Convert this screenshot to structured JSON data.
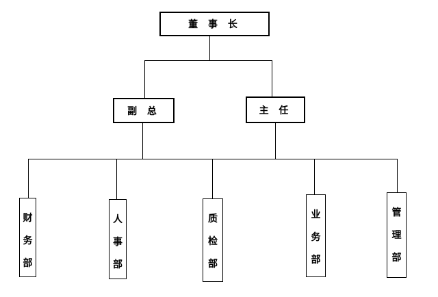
{
  "page": {
    "background_color": "#ffffff",
    "line_color": "#000000",
    "text_color": "#000000"
  },
  "org_chart": {
    "type": "org-chart",
    "nodes": {
      "chairman": {
        "label": "董 事 长",
        "level": 1
      },
      "deputy_general": {
        "label": "副 总",
        "level": 2
      },
      "director": {
        "label": "主 任",
        "level": 2
      },
      "finance": {
        "label": "财务部",
        "level": 3,
        "orientation": "vertical"
      },
      "hr": {
        "label": "人事部",
        "level": 3,
        "orientation": "vertical"
      },
      "quality": {
        "label": "质检部",
        "level": 3,
        "orientation": "vertical"
      },
      "business": {
        "label": "业务部",
        "level": 3,
        "orientation": "vertical"
      },
      "management": {
        "label": "管理部",
        "level": 3,
        "orientation": "vertical"
      }
    },
    "edges": [
      {
        "from": "chairman",
        "to": "deputy_general"
      },
      {
        "from": "chairman",
        "to": "director"
      },
      {
        "from": "deputy_general",
        "to": "departments-bus"
      },
      {
        "from": "director",
        "to": "departments-bus"
      },
      {
        "from": "departments-bus",
        "to": "finance"
      },
      {
        "from": "departments-bus",
        "to": "hr"
      },
      {
        "from": "departments-bus",
        "to": "quality"
      },
      {
        "from": "departments-bus",
        "to": "business"
      },
      {
        "from": "departments-bus",
        "to": "management"
      }
    ]
  }
}
